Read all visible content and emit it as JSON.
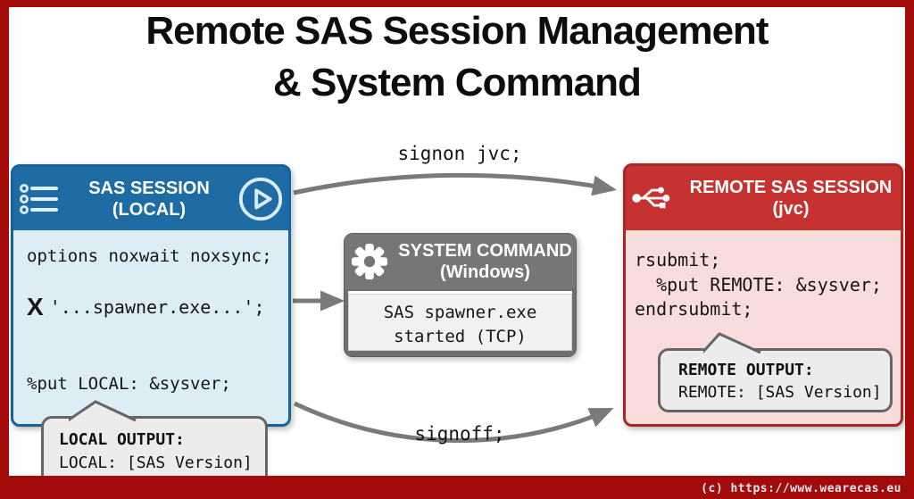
{
  "title": {
    "line1": "Remote SAS Session Management",
    "line2": "& System Command"
  },
  "arrows": {
    "signon_label": "signon jvc;",
    "signoff_label": "signoff;"
  },
  "local_box": {
    "header_line1": "SAS SESSION",
    "header_line2": "(LOCAL)",
    "header_icon": "bulleted-list-icon",
    "action_icon": "play-circle-icon",
    "code_options": "options noxwait noxsync;",
    "code_x_cmd": "X",
    "code_x_rest": "'...spawner.exe...';",
    "code_put": "%put LOCAL: &sysver;",
    "callout": {
      "title": "LOCAL OUTPUT:",
      "value": "LOCAL: [SAS Version]"
    }
  },
  "system_box": {
    "header_line1": "SYSTEM COMMAND",
    "header_line2": "(Windows)",
    "header_icon": "gear-icon",
    "body_line1": "SAS spawner.exe",
    "body_line2": "started (TCP)"
  },
  "remote_box": {
    "header_line1": "REMOTE SAS SESSION",
    "header_line2": "(jvc)",
    "header_icon": "usb-branch-icon",
    "code_line1": "rsubmit;",
    "code_line2": "  %put REMOTE: &sysver;",
    "code_line3": "endrsubmit;",
    "callout": {
      "title": "REMOTE OUTPUT:",
      "value": "REMOTE: [SAS Version]"
    }
  },
  "watermark": "(c) https://www.wearecas.eu",
  "colors": {
    "frame": "#a30b0b",
    "local_header": "#1e6ca3",
    "local_body": "#ddedf6",
    "system_header": "#767676",
    "system_body": "#f1f1f1",
    "remote_header": "#c53230",
    "remote_body": "#f9dcdc",
    "arrow": "#7a7a7a",
    "callout_bg": "#ececec",
    "callout_border": "#666666"
  }
}
